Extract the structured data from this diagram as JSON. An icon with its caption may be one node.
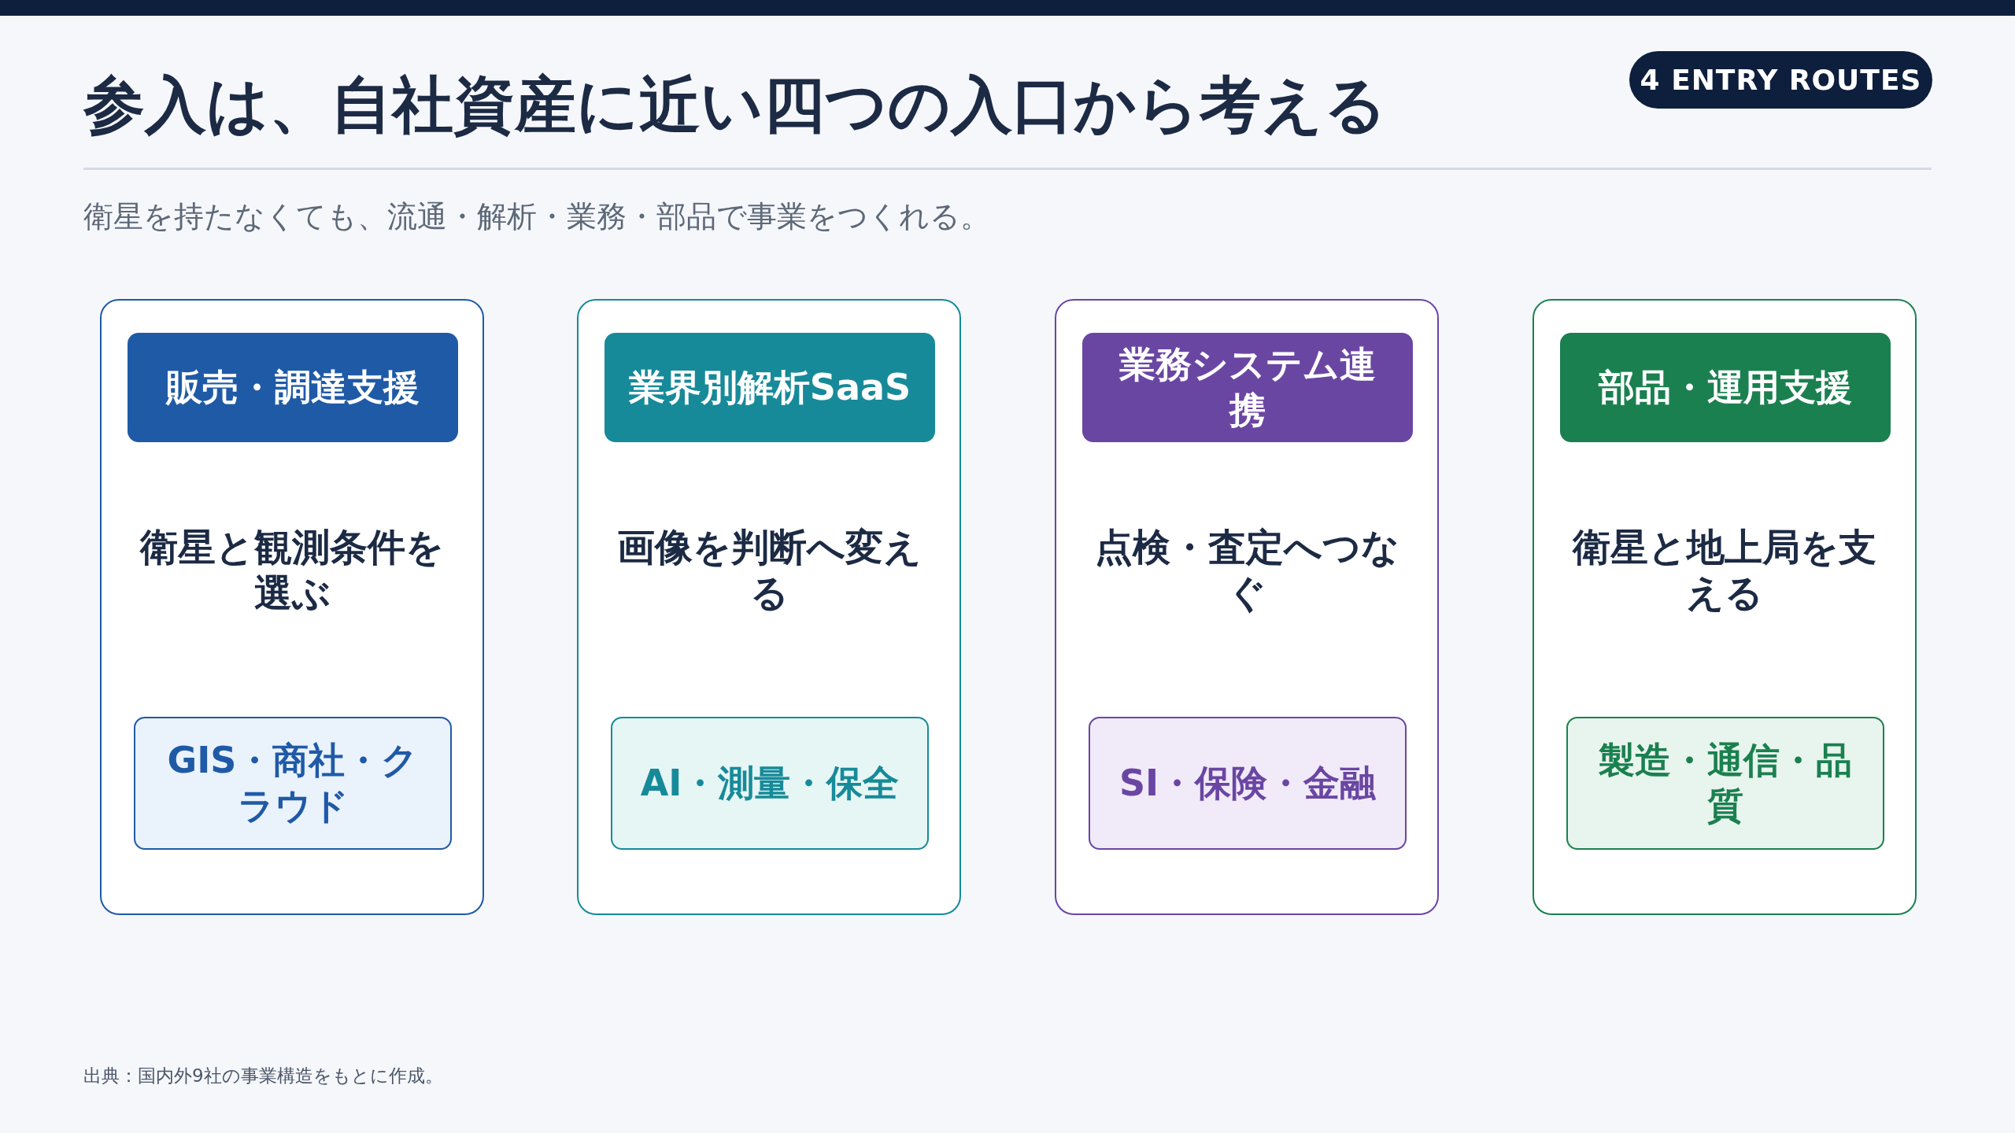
{
  "diagram": {
    "title": "参入は、自社資産に近い四つの入口から考える",
    "nodes": [
      {
        "text": [
          "4 ENTRY ROUTES"
        ]
      },
      {
        "text": [
          "衛星と観測条件を選ぶ"
        ]
      },
      {
        "text": [
          "販売・調達支援"
        ],
        "in": 1
      },
      {
        "text": [
          "GIS・商社・クラウド"
        ],
        "in": 1
      },
      {
        "text": [
          "画像を判断へ変える"
        ]
      },
      {
        "text": [
          "業界別解析SaaS"
        ],
        "in": 4
      },
      {
        "text": [
          "AI・測量・保全"
        ],
        "in": 4
      },
      {
        "text": [
          "点検・査定へつなぐ"
        ]
      },
      {
        "text": [
          "業務システム連携"
        ],
        "in": 7
      },
      {
        "text": [
          "SI・保険・金融"
        ],
        "in": 7
      },
      {
        "text": [
          "衛星と地上局を支える"
        ]
      },
      {
        "text": [
          "部品・運用支援"
        ],
        "in": 10
      },
      {
        "text": [
          "製造・通信・品質"
        ],
        "in": 10
      }
    ],
    "edges": [],
    "labels": [
      "衛星を持たなくても、流通・解析・業務・部品で事業をつくれる。",
      "出典：国内外9社の事業構造をもとに作成。"
    ]
  }
}
